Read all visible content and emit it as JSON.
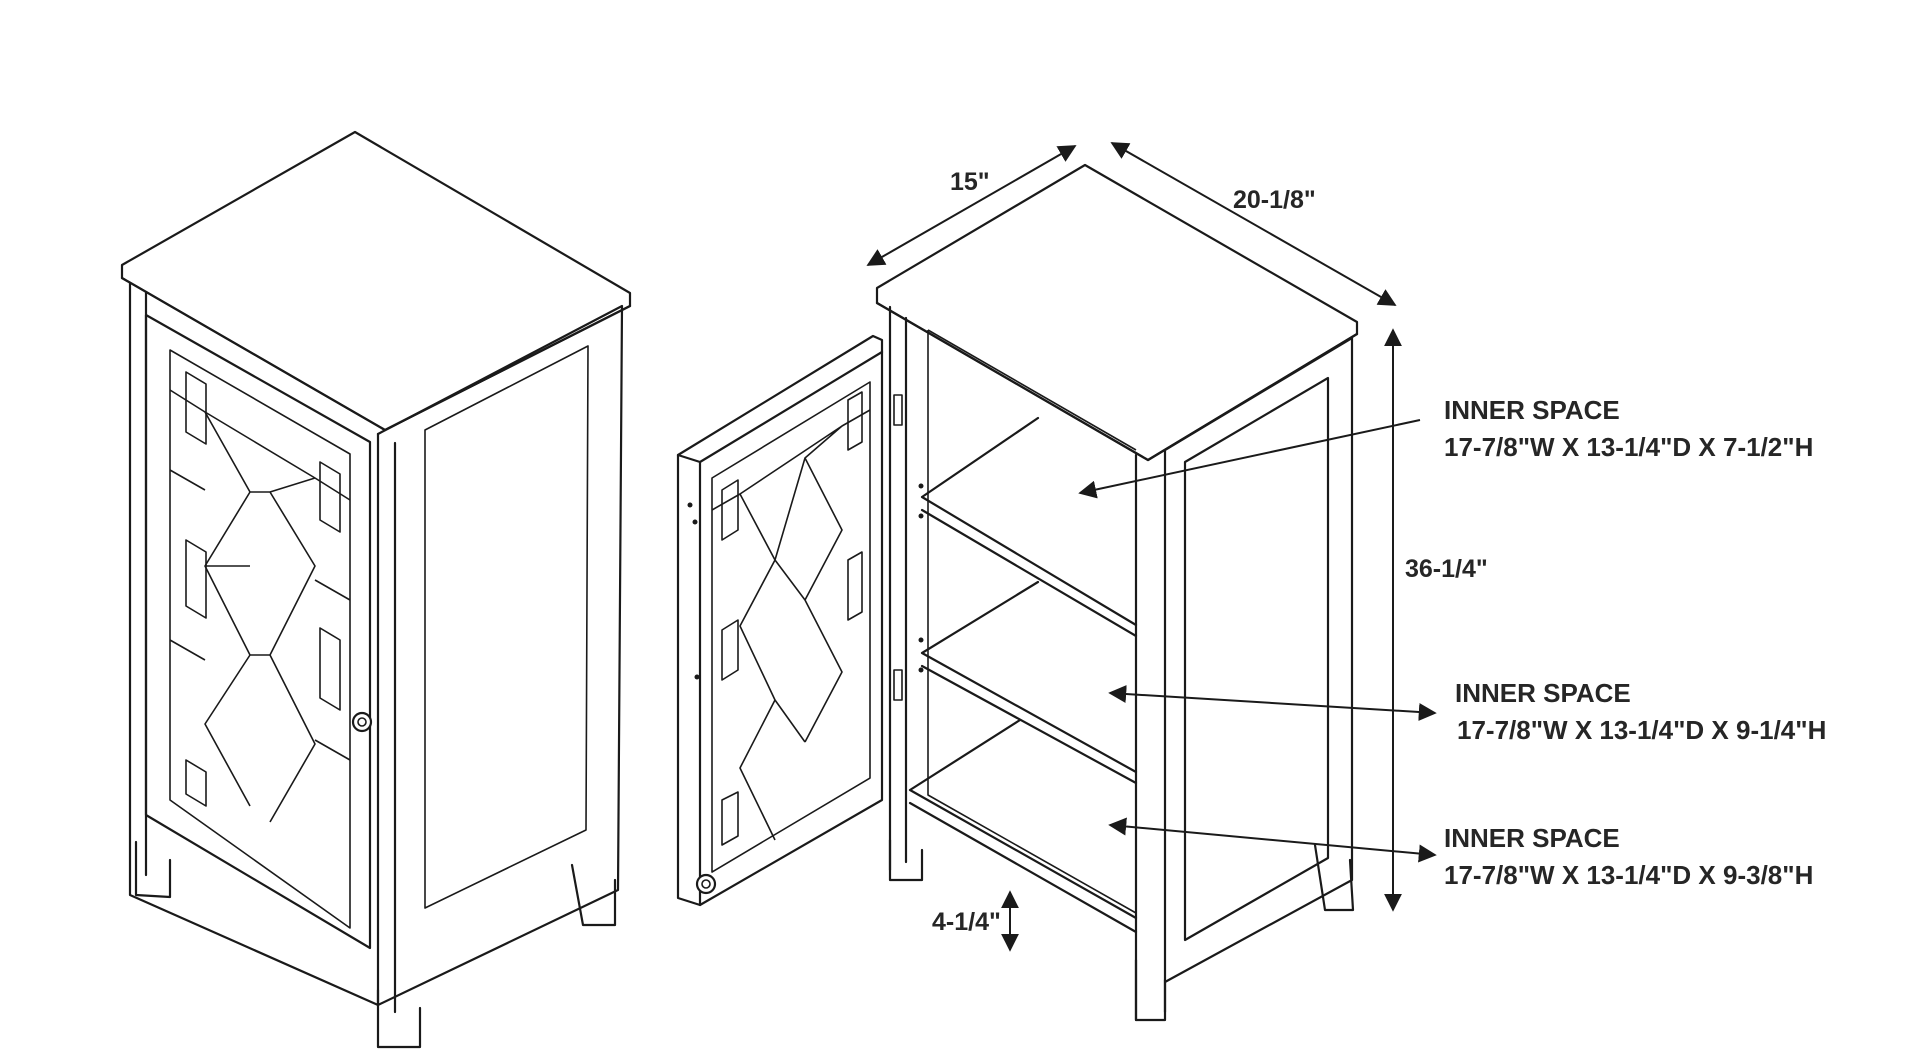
{
  "dimensions": {
    "width": "15\"",
    "depth": "20-1/8\"",
    "height": "36-1/4\"",
    "leg_height": "4-1/4\""
  },
  "inner_spaces": [
    {
      "title": "INNER SPACE",
      "size": "17-7/8\"W X 13-1/4\"D X 7-1/2\"H"
    },
    {
      "title": "INNER SPACE",
      "size": "17-7/8\"W X 13-1/4\"D X 9-1/4\"H"
    },
    {
      "title": "INNER SPACE",
      "size": "17-7/8\"W X 13-1/4\"D X 9-3/8\"H"
    }
  ],
  "colors": {
    "line": "#1a1a1a",
    "text": "#262626",
    "background": "#ffffff"
  }
}
